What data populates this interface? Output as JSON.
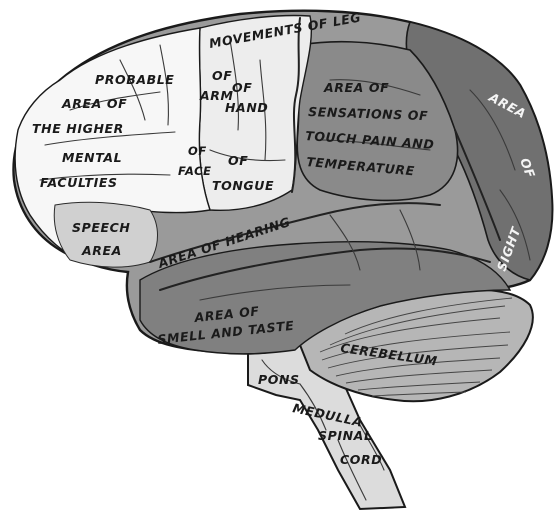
{
  "labels": {
    "movements_of_leg": "MOVEMENTS OF LEG",
    "probable": "PROBABLE",
    "area_of": "AREA OF",
    "the_higher": "THE HIGHER",
    "mental": "MENTAL",
    "faculties": "FACULTIES",
    "of_arm": "OF",
    "arm": "ARM",
    "of_hand": "OF",
    "hand": "HAND",
    "of_face": "OF",
    "face": "FACE",
    "of_tongue": "OF",
    "tongue": "TONGUE",
    "area_of_sens": "AREA OF",
    "sensations_of": "SENSATIONS OF",
    "touch_pain_and": "TOUCH PAIN AND",
    "temperature": "TEMPERATURE",
    "area_sight": "AREA",
    "of_sight": "OF",
    "sight": "SIGHT",
    "speech": "SPEECH",
    "speech_area": "AREA",
    "area_of_hearing": "AREA OF HEARING",
    "area_of_smell": "AREA OF",
    "smell_and_taste": "SMELL AND TASTE",
    "cerebellum": "CEREBELLUM",
    "pons": "PONS",
    "medulla": "MEDULLA",
    "spinal": "SPINAL",
    "cord": "CORD"
  },
  "colors": {
    "frontal_white": "#f7f7f7",
    "motor_light": "#e6e6e6",
    "parietal_gray": "#8e8e8e",
    "occipital_dark": "#6a6a6a",
    "temporal_gray": "#9a9a9a",
    "lower_temporal": "#7e7e7e",
    "cerebellum": "#b4b4b4",
    "stem": "#d8d8d8",
    "outline": "#1a1a1a"
  }
}
